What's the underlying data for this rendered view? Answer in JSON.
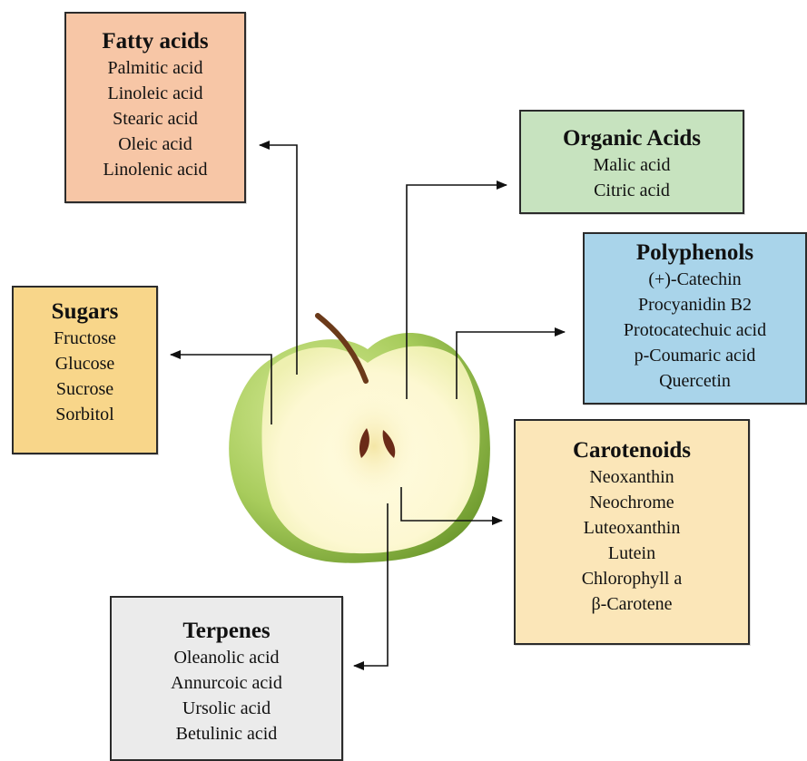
{
  "categories": [
    {
      "id": "fatty",
      "title": "Fatty acids",
      "items": [
        "Palmitic acid",
        "Linoleic acid",
        "Stearic acid",
        "Oleic acid",
        "Linolenic acid"
      ]
    },
    {
      "id": "organic",
      "title": "Organic Acids",
      "items": [
        "Malic acid",
        "Citric acid"
      ]
    },
    {
      "id": "poly",
      "title": "Polyphenols",
      "items": [
        "(+)-Catechin",
        "Procyanidin B2",
        "Protocatechuic acid",
        "p-Coumaric acid",
        "Quercetin"
      ]
    },
    {
      "id": "sugars",
      "title": "Sugars",
      "items": [
        "Fructose",
        "Glucose",
        "Sucrose",
        "Sorbitol"
      ]
    },
    {
      "id": "carot",
      "title": "Carotenoids",
      "items": [
        "Neoxanthin",
        "Neochrome",
        "Luteoxanthin",
        "Lutein",
        "Chlorophyll a",
        "β-Carotene"
      ]
    },
    {
      "id": "terp",
      "title": "Terpenes",
      "items": [
        "Oleanolic acid",
        "Annurcoic acid",
        "Ursolic acid",
        "Betulinic acid"
      ]
    }
  ],
  "colors": {
    "fatty": "#f7c6a6",
    "organic": "#c7e3bf",
    "poly": "#a9d4ea",
    "sugars": "#f8d68a",
    "carot": "#fbe6b8",
    "terp": "#ebebeb"
  },
  "center_image": "apple-halved-icon"
}
